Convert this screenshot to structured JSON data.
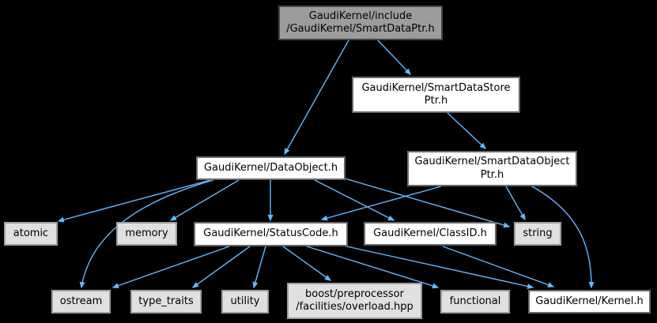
{
  "graph": {
    "type": "include-dependency-graph",
    "edge_color": "#63b8ff",
    "root_fill": "#9c9c9c",
    "internal_fill": "#ffffff",
    "external_fill": "#e0e0e0",
    "nodes": {
      "root": {
        "label": "GaudiKernel/include\n/GaudiKernel/SmartDataPtr.h",
        "kind": "root"
      },
      "smartdatastore": {
        "label": "GaudiKernel/SmartDataStore\nPtr.h",
        "kind": "internal"
      },
      "dataobject": {
        "label": "GaudiKernel/DataObject.h",
        "kind": "internal"
      },
      "smartdataobject": {
        "label": "GaudiKernel/SmartDataObject\nPtr.h",
        "kind": "internal"
      },
      "atomic": {
        "label": "atomic",
        "kind": "external"
      },
      "memory": {
        "label": "memory",
        "kind": "external"
      },
      "statuscode": {
        "label": "GaudiKernel/StatusCode.h",
        "kind": "internal"
      },
      "classid": {
        "label": "GaudiKernel/ClassID.h",
        "kind": "internal"
      },
      "string": {
        "label": "string",
        "kind": "external"
      },
      "ostream": {
        "label": "ostream",
        "kind": "external"
      },
      "type_traits": {
        "label": "type_traits",
        "kind": "external"
      },
      "utility": {
        "label": "utility",
        "kind": "external"
      },
      "boost_overload": {
        "label": "boost/preprocessor\n/facilities/overload.hpp",
        "kind": "external"
      },
      "functional": {
        "label": "functional",
        "kind": "external"
      },
      "kernel": {
        "label": "GaudiKernel/Kernel.h",
        "kind": "internal"
      }
    },
    "edges": [
      {
        "from": "root",
        "to": "dataobject"
      },
      {
        "from": "root",
        "to": "smartdatastore"
      },
      {
        "from": "smartdatastore",
        "to": "smartdataobject"
      },
      {
        "from": "dataobject",
        "to": "atomic"
      },
      {
        "from": "dataobject",
        "to": "memory"
      },
      {
        "from": "dataobject",
        "to": "statuscode"
      },
      {
        "from": "dataobject",
        "to": "classid"
      },
      {
        "from": "dataobject",
        "to": "string"
      },
      {
        "from": "dataobject",
        "to": "ostream"
      },
      {
        "from": "smartdataobject",
        "to": "statuscode"
      },
      {
        "from": "smartdataobject",
        "to": "string"
      },
      {
        "from": "smartdataobject",
        "to": "kernel"
      },
      {
        "from": "statuscode",
        "to": "ostream"
      },
      {
        "from": "statuscode",
        "to": "type_traits"
      },
      {
        "from": "statuscode",
        "to": "utility"
      },
      {
        "from": "statuscode",
        "to": "boost_overload"
      },
      {
        "from": "statuscode",
        "to": "functional"
      },
      {
        "from": "statuscode",
        "to": "kernel"
      },
      {
        "from": "classid",
        "to": "kernel"
      }
    ]
  }
}
